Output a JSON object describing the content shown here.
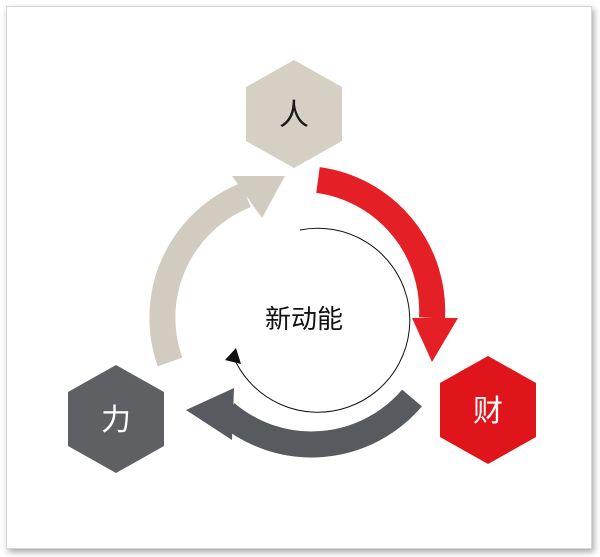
{
  "diagram": {
    "center_label": "新动能",
    "nodes": [
      {
        "id": "ren",
        "label": "人",
        "fill": "#d6d0c4",
        "text_color": "#1a1a1a"
      },
      {
        "id": "cai",
        "label": "财",
        "fill": "#e0141b",
        "text_color": "#ffffff"
      },
      {
        "id": "li",
        "label": "力",
        "fill": "#5e6063",
        "text_color": "#ffffff"
      }
    ],
    "arrows": [
      {
        "from": "ren",
        "to": "cai",
        "color": "#e41f26"
      },
      {
        "from": "cai",
        "to": "li",
        "color": "#575a5e"
      },
      {
        "from": "li",
        "to": "ren",
        "color": "#d2ccc0"
      }
    ]
  }
}
